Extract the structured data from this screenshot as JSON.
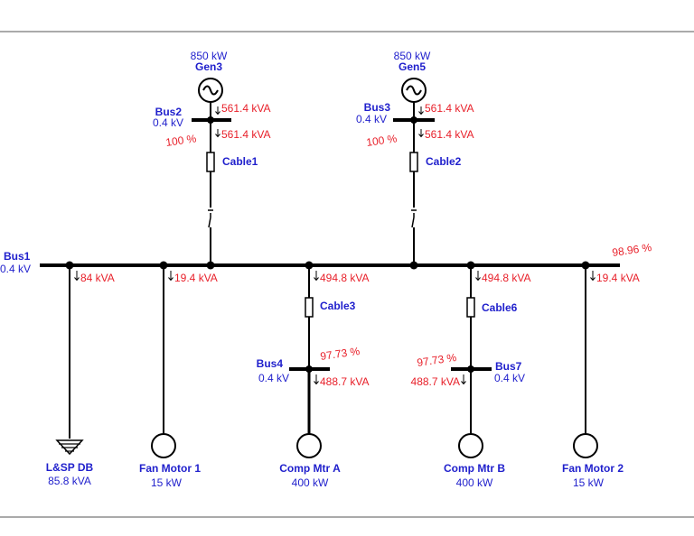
{
  "colors": {
    "label": "#1f1fcc",
    "result": "#e8202a",
    "line": "#000000"
  },
  "gens": [
    {
      "rating": "850 kW",
      "name": "Gen3"
    },
    {
      "rating": "850 kW",
      "name": "Gen5"
    }
  ],
  "buses": {
    "bus1": {
      "name": "Bus1",
      "kv": "0.4 kV",
      "pct": "98.96 %"
    },
    "bus2": {
      "name": "Bus2",
      "kv": "0.4 kV",
      "pct": "100 %",
      "flow_in": "561.4 kVA",
      "flow_out": "561.4 kVA"
    },
    "bus3": {
      "name": "Bus3",
      "kv": "0.4 kV",
      "pct": "100 %",
      "flow_in": "561.4 kVA",
      "flow_out": "561.4 kVA"
    },
    "bus4": {
      "name": "Bus4",
      "kv": "0.4 kV",
      "pct": "97.73 %",
      "flow": "488.7 kVA"
    },
    "bus7": {
      "name": "Bus7",
      "kv": "0.4 kV",
      "pct": "97.73 %",
      "flow": "488.7 kVA"
    }
  },
  "cables": [
    "Cable1",
    "Cable2",
    "Cable3",
    "Cable6"
  ],
  "flows": {
    "lsp": "84 kVA",
    "fan1": "19.4 kVA",
    "cable3": "494.8 kVA",
    "cable6": "494.8 kVA",
    "fan2": "19.4 kVA"
  },
  "loads": [
    {
      "name": "L&SP DB",
      "rating": "85.8 kVA",
      "icon": "ground-icon"
    },
    {
      "name": "Fan Motor 1",
      "rating": "15 kW",
      "icon": "motor-icon"
    },
    {
      "name": "Comp Mtr A",
      "rating": "400 kW",
      "icon": "motor-icon"
    },
    {
      "name": "Comp Mtr B",
      "rating": "400 kW",
      "icon": "motor-icon"
    },
    {
      "name": "Fan Motor 2",
      "rating": "15 kW",
      "icon": "motor-icon"
    }
  ]
}
